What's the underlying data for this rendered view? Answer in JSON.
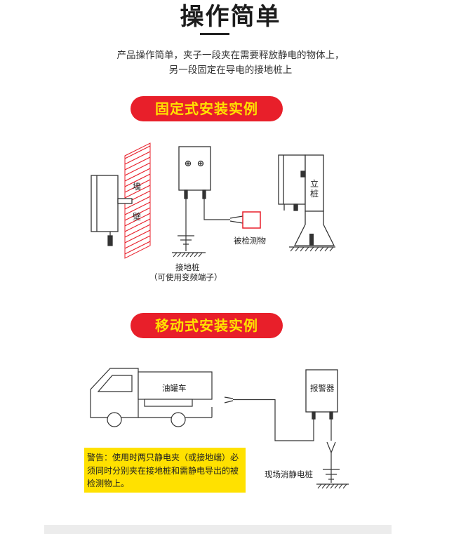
{
  "title": "操作简单",
  "description": {
    "line1": "产品操作简单，夹子一段夹在需要释放静电的物体上，",
    "line2": "另一段固定在导电的接地桩上"
  },
  "fixed_section": {
    "heading": "固定式安装实例",
    "wall_char1": "墙",
    "wall_char2": "壁",
    "pillar_char1": "立",
    "pillar_char2": "桩",
    "object_label": "被检测物",
    "ground_label": "接地桩",
    "ground_note": "（可使用变频端子）"
  },
  "mobile_section": {
    "heading": "移动式安装实例",
    "truck_label": "油罐车",
    "alarm_label": "报警器",
    "site_label": "现场消静电桩",
    "warning": "警告：使用时两只静电夹（或接地端）必须同时分别夹在接地桩和需静电导出的被检测物上。"
  },
  "colors": {
    "pill_bg": "#e81f2a",
    "pill_text": "#ffe100",
    "warning_bg": "#ffe100",
    "hatch": "#e81f2a",
    "object_box": "#e81f2a"
  }
}
